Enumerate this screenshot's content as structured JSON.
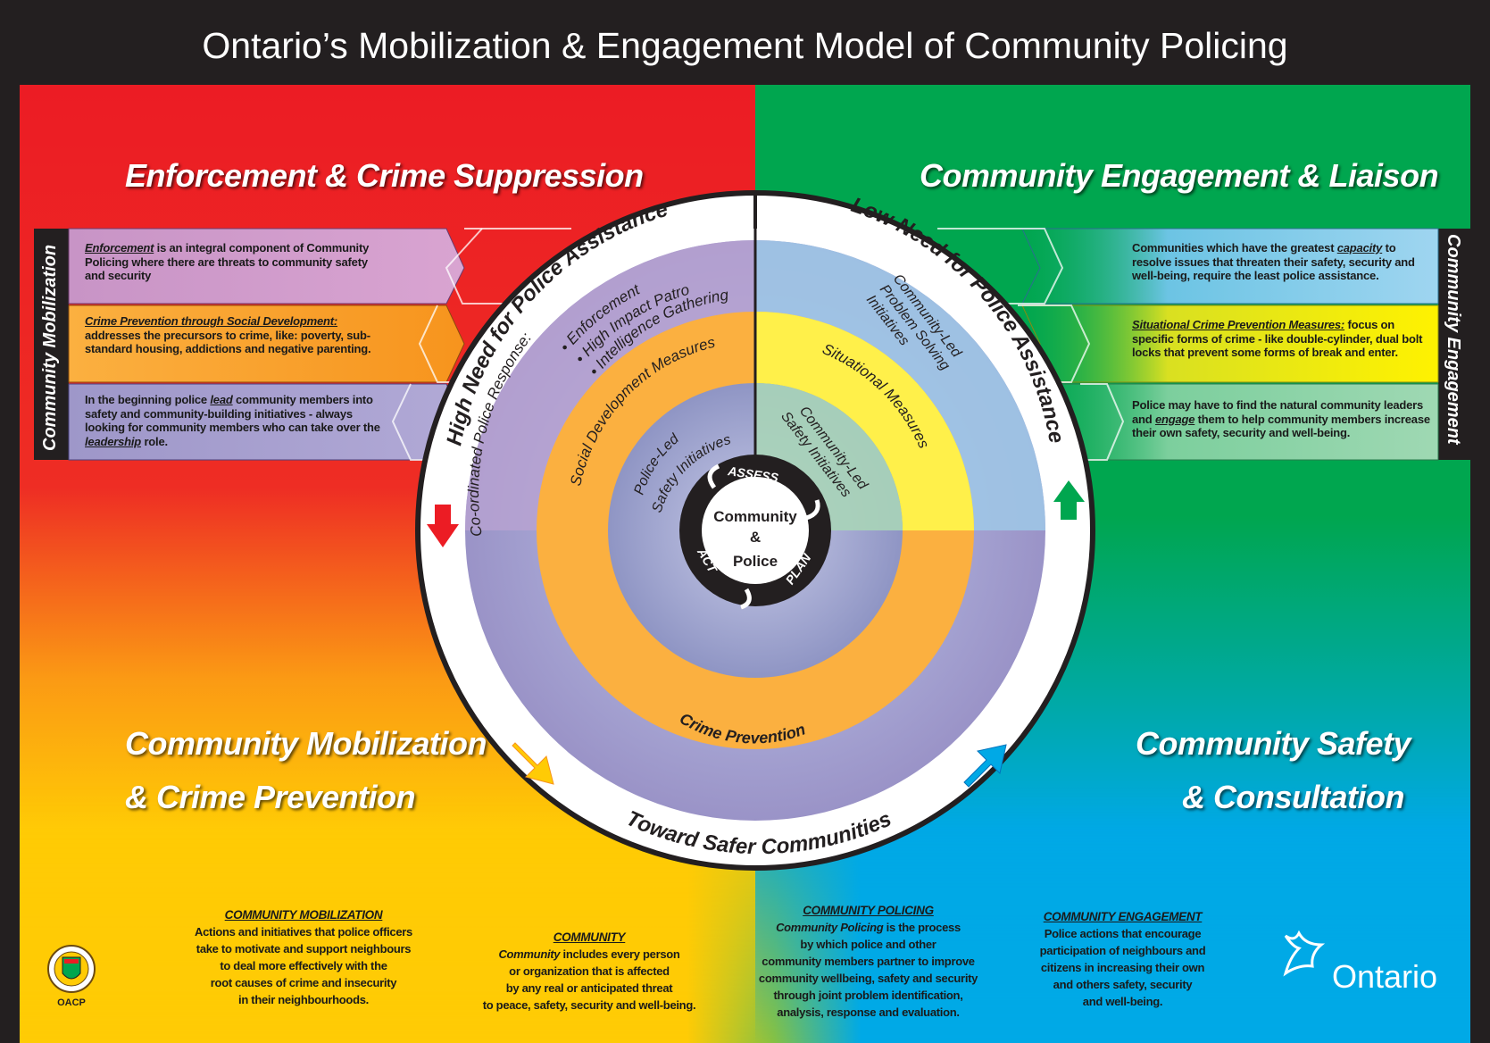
{
  "title": "Ontario’s Mobilization & Engagement Model of Community Policing",
  "colors": {
    "header": "#231f20",
    "red": "#ec1c24",
    "green": "#00a64f",
    "yellow": "#ffcb05",
    "blue": "#00a9e6"
  },
  "quadrants": {
    "top_left": "Enforcement & Crime Suppression",
    "top_right": "Community Engagement & Liaison",
    "bottom_left_line1": "Community Mobilization",
    "bottom_left_line2": "& Crime Prevention",
    "bottom_right_line1": "Community Safety",
    "bottom_right_line2": "& Consultation"
  },
  "side_labels": {
    "left": "Community Mobilization",
    "right": "Community Engagement"
  },
  "left_boxes": [
    {
      "lead": "Enforcement",
      "text": " is an integral component of Community Policing where there are threats to community safety and security"
    },
    {
      "lead": "Crime Prevention through Social Development:",
      "text": " addresses the precursors to crime, like: poverty, sub-standard housing, addictions and negative parenting."
    },
    {
      "pre": "In the beginning police ",
      "lead": "lead",
      "mid": " community members into safety and community-building initiatives - always looking for community members who can take over the ",
      "lead2": "leadership",
      "post": " role."
    }
  ],
  "right_boxes": [
    {
      "pre": "Communities which have the greatest ",
      "lead": "capacity",
      "post": " to resolve issues that threaten their safety, security and well-being, require the least police assistance."
    },
    {
      "lead": "Situational Crime Prevention Measures:",
      "post": " focus on specific forms of crime - like double-cylinder, dual bolt locks that prevent some forms of break and enter."
    },
    {
      "pre": "Police may have to find the natural community leaders and ",
      "lead": "engage",
      "post": " them to help community members increase their own safety, security and well-being."
    }
  ],
  "ring_labels": {
    "high_need": "High Need for Police Assistance",
    "low_need": "Low Need for Police Assistance",
    "toward": "Toward Safer Communities",
    "coordinated": "Co-ordinated Police Response:",
    "enforcement": "• Enforcement",
    "high_impact": "• High Impact Patrol",
    "intelligence": "• Intelligence Gathering",
    "community_led_problem_1": "Community-Led",
    "community_led_problem_2": "Problem Solving",
    "community_led_problem_3": "Initiatives",
    "social_dev": "Social Development Measures",
    "situational": "Situational Measures",
    "crime_prevention": "Crime Prevention",
    "police_led_1": "Police-Led",
    "police_led_2": "Safety Initiatives",
    "community_led_safety_1": "Community-Led",
    "community_led_safety_2": "Safety Initiatives"
  },
  "hub": {
    "line1": "Community",
    "line2": "&",
    "line3": "Police",
    "assess": "ASSESS",
    "plan": "PLAN",
    "act": "ACT"
  },
  "definitions": [
    {
      "title": "COMMUNITY MOBILIZATION",
      "lines": [
        "Actions and initiatives that police officers",
        "take to motivate and support neighbours",
        "to deal more effectively with the",
        "root causes of crime and insecurity",
        "in their neighbourhoods."
      ]
    },
    {
      "title": "COMMUNITY",
      "lead": "Community",
      "lines": [
        " includes every person",
        "or organization that is affected",
        "by any real or anticipated threat",
        "to peace, safety, security and well-being."
      ]
    },
    {
      "title": "COMMUNITY POLICING",
      "lead": "Community Policing",
      "lines": [
        " is the process",
        "by which police and other",
        "community members partner to improve",
        "community wellbeing, safety and security",
        "through joint problem identification,",
        "analysis, response and evaluation."
      ]
    },
    {
      "title": "COMMUNITY ENGAGEMENT",
      "lines": [
        "Police actions that encourage",
        "participation of neighbours and",
        "citizens in increasing their own",
        "and others safety, security",
        "and well-being."
      ]
    }
  ],
  "logos": {
    "oacp": "OACP",
    "ontario": "Ontario"
  }
}
